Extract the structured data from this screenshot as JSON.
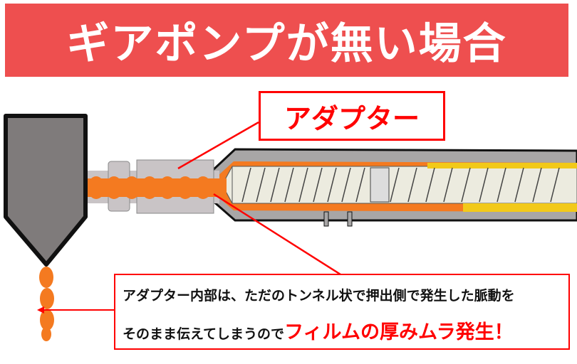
{
  "title": "ギアポンプが無い場合",
  "adapter_label": "アダプター",
  "note": {
    "line1": "アダプター内部は、ただのトンネル状で押出側で発生した脈動を",
    "line2_prefix": "そのまま伝えてしまうので",
    "line2_emphasis": "フィルムの厚みムラ発生！"
  },
  "colors": {
    "banner": "#ee4f4f",
    "accent": "#ff0000",
    "melt": "#f47a20",
    "die": "#7f7b7b"
  }
}
